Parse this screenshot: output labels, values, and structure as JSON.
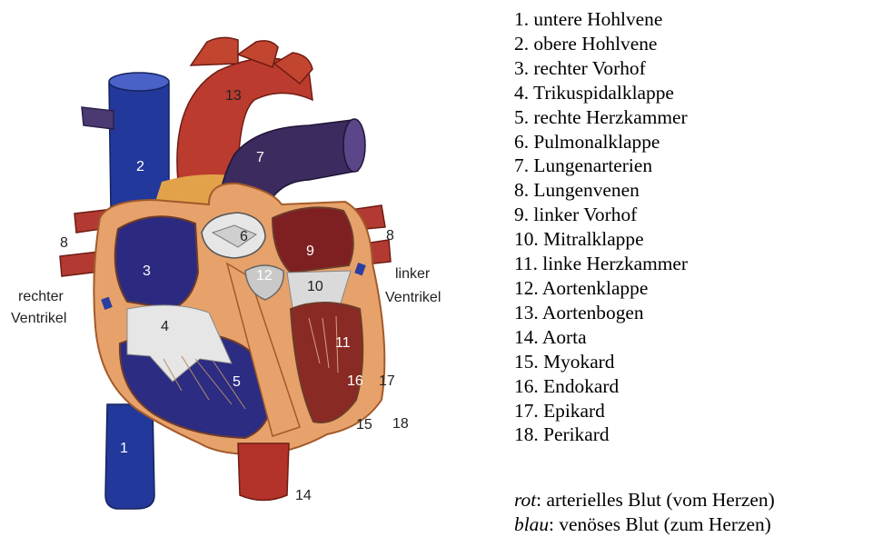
{
  "legend": [
    "1. untere Hohlvene",
    "2. obere Hohlvene",
    "3. rechter Vorhof",
    "4. Trikuspidalklappe",
    "5. rechte Herzkammer",
    "6. Pulmonalklappe",
    "7. Lungenarterien",
    "8. Lungenvenen",
    "9. linker Vorhof",
    "10. Mitralklappe",
    "11. linke Herzkammer",
    "12. Aortenklappe",
    "13. Aortenbogen",
    "14. Aorta",
    "15. Myokard",
    "16. Endokard",
    "17. Epikard",
    "18. Perikard"
  ],
  "blood": {
    "red_term": "rot",
    "red_desc": ": arterielles Blut (vom Herzen)",
    "blue_term": "blau",
    "blue_desc": ": venöses Blut (zum Herzen)"
  },
  "diagram_labels": {
    "n1": "1",
    "n2": "2",
    "n3": "3",
    "n4": "4",
    "n5": "5",
    "n6": "6",
    "n7": "7",
    "n8_left": "8",
    "n8_right": "8",
    "n9": "9",
    "n10": "10",
    "n11": "11",
    "n12": "12",
    "n13": "13",
    "n14": "14",
    "n15": "15",
    "n16": "16",
    "n17": "17",
    "n18": "18",
    "right_ventricle_line1": "rechter",
    "right_ventricle_line2": "Ventrikel",
    "left_ventricle_line1": "linker",
    "left_ventricle_line2": "Ventrikel"
  },
  "colors": {
    "venous_blue": "#2a3fa0",
    "arterial_red": "#b3332a",
    "myocardium": "#e8a06a",
    "pulmonary_purple": "#3d2a5c",
    "valve_white": "#e6e6e6"
  }
}
